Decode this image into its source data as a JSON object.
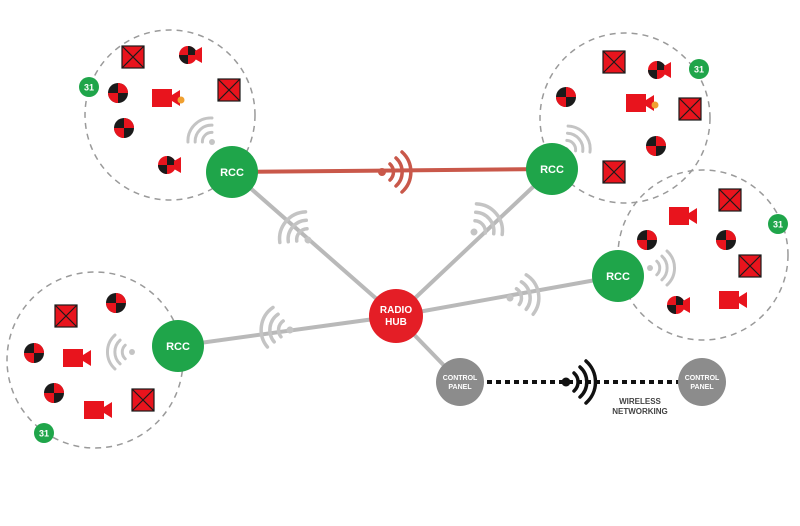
{
  "colors": {
    "rcc": "#1fa54a",
    "hub": "#e41e26",
    "panel": "#8c8c8c",
    "link": "#b9b9b9",
    "rcc_link": "#c9584a",
    "wave_gray": "#c4c4c4",
    "wave_red": "#c9584a",
    "wireless": "#111111",
    "device_red": "#e8141d",
    "device_black": "#1a1a1a",
    "cluster_border": "#9a9a9a",
    "badge": "#1fa54a"
  },
  "nodes": {
    "rcc_label": "RCC",
    "hub_line1": "RADIO",
    "hub_line2": "HUB",
    "panel_line1": "CONTROL",
    "panel_line2": "PANEL",
    "badge_count": "31"
  },
  "wireless_caption": {
    "line1": "WIRELESS",
    "line2": "NETWORKING"
  },
  "icons": [
    "door-sensor-icon",
    "smoke-detector-icon",
    "camera-icon",
    "wave-icon"
  ]
}
